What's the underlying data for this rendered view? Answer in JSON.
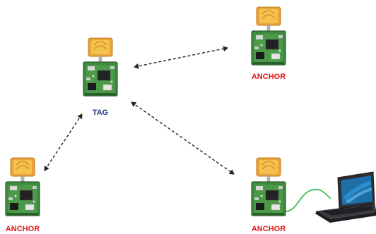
{
  "nodes": {
    "tag": {
      "label": "TAG"
    },
    "anchor_top_right": {
      "label": "ANCHOR"
    },
    "anchor_bottom_left": {
      "label": "ANCHOR"
    },
    "anchor_bottom_right": {
      "label": "ANCHOR"
    }
  },
  "colors": {
    "tag_label": "#1f3a78",
    "anchor_label": "#e0181b",
    "pcb_green": "#3f8a3f",
    "pcb_dark": "#2a5e2c",
    "antenna_orange": "#e8a33a",
    "antenna_gold": "#f3c24d",
    "arrow": "#222222",
    "cable": "#3fbf55",
    "laptop_body": "#2b2d31",
    "laptop_screen": "#1e6ea8"
  },
  "links": [
    {
      "from": "tag",
      "to": "anchor_top_right",
      "style": "dashed",
      "direction": "both"
    },
    {
      "from": "tag",
      "to": "anchor_bottom_left",
      "style": "dashed",
      "direction": "both"
    },
    {
      "from": "tag",
      "to": "anchor_bottom_right",
      "style": "dashed",
      "direction": "both"
    }
  ],
  "laptop": {
    "icon": "laptop-icon",
    "connected_to": "anchor_bottom_right"
  }
}
